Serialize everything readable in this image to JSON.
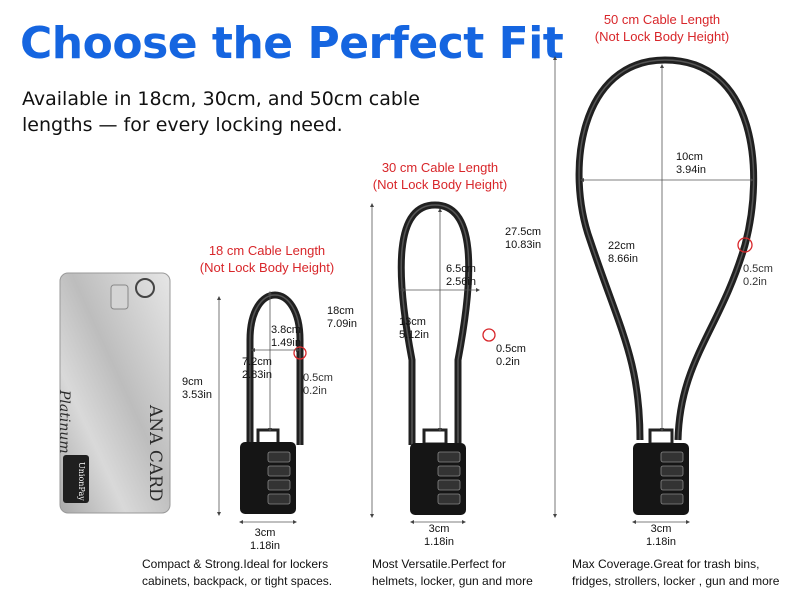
{
  "header": {
    "title": "Choose the Perfect Fit",
    "subtitle": "Available in 18cm, 30cm, and 50cm cable lengths — for every locking need."
  },
  "card": {
    "name": "ANA CARD",
    "tier": "Platinum",
    "network": "UnionPay"
  },
  "locks": [
    {
      "heading": [
        "18 cm Cable Length",
        "(Not Lock Body Height)"
      ],
      "cable_total": [
        "18cm",
        "7.09in"
      ],
      "loop_width": [
        "3.8cm",
        "1.49in"
      ],
      "loop_height": [
        "7.2cm",
        "2.83in"
      ],
      "body_height": [
        "9cm",
        "3.53in"
      ],
      "diameter": [
        "0.5cm",
        "0.2in"
      ],
      "body_width": [
        "3cm",
        "1.18in"
      ],
      "caption": [
        "Compact & Strong.Ideal for lockers",
        "cabinets, backpack, or tight spaces."
      ]
    },
    {
      "heading": [
        "30 cm Cable Length",
        "(Not Lock Body Height)"
      ],
      "cable_total": [
        "27.5cm",
        "10.83in"
      ],
      "loop_width": [
        "6.5cm",
        "2.56in"
      ],
      "loop_height": [
        "13cm",
        "5.12in"
      ],
      "diameter": [
        "0.5cm",
        "0.2in"
      ],
      "body_width": [
        "3cm",
        "1.18in"
      ],
      "caption": [
        "Most Versatile.Perfect for",
        "helmets,  locker, gun and more"
      ]
    },
    {
      "heading": [
        "50 cm Cable Length",
        "(Not Lock Body Height)"
      ],
      "loop_width": [
        "10cm",
        "3.94in"
      ],
      "loop_height": [
        "22cm",
        "8.66in"
      ],
      "diameter": [
        "0.5cm",
        "0.2in"
      ],
      "body_width": [
        "3cm",
        "1.18in"
      ],
      "caption": [
        "Max Coverage.Great for trash bins,",
        "fridges, strollers, locker , gun and more"
      ]
    }
  ]
}
